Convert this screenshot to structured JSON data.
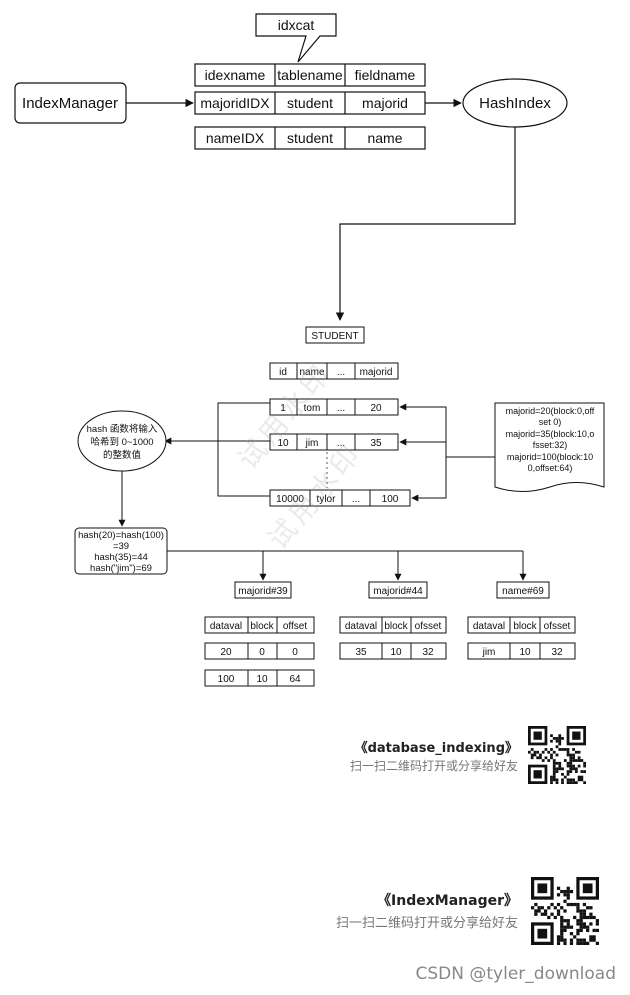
{
  "diagram": {
    "idxcat_label": "idxcat",
    "index_manager": "IndexManager",
    "hash_index": "HashIndex",
    "catalog_headers": [
      "idexname",
      "tablename",
      "fieldname"
    ],
    "catalog_rows": [
      [
        "majoridIDX",
        "student",
        "majorid"
      ],
      [
        "nameIDX",
        "student",
        "name"
      ]
    ],
    "student_label": "STUDENT",
    "student_headers": [
      "id",
      "name",
      "...",
      "majorid"
    ],
    "student_rows": [
      [
        "1",
        "tom",
        "...",
        "20"
      ],
      [
        "10",
        "jim",
        "...",
        "35"
      ],
      [
        "10000",
        "tylor",
        "...",
        "100"
      ]
    ],
    "hash_fn_lines": [
      "hash 函数将输入",
      "哈希到 0~1000",
      "的整数值"
    ],
    "hash_values_lines": [
      "hash(20)=hash(100)",
      "=39",
      "hash(35)=44",
      "hash(\"jim\")=69"
    ],
    "note_lines": [
      "majorid=20(block:0,off",
      "set 0)",
      "majorid=35(block:10,o",
      "fsset:32)",
      "majorid=100(block:10",
      "0,offset:64)"
    ],
    "buckets": [
      {
        "label": "majorid#39",
        "headers": [
          "dataval",
          "block",
          "offset"
        ],
        "rows": [
          [
            "20",
            "0",
            "0"
          ],
          [
            "100",
            "10",
            "64"
          ]
        ]
      },
      {
        "label": "majorid#44",
        "headers": [
          "dataval",
          "block",
          "ofsset"
        ],
        "rows": [
          [
            "35",
            "10",
            "32"
          ]
        ]
      },
      {
        "label": "name#69",
        "headers": [
          "dataval",
          "block",
          "ofsset"
        ],
        "rows": [
          [
            "jim",
            "10",
            "32"
          ]
        ]
      }
    ]
  },
  "footer": {
    "card1_title": "《database_indexing》",
    "card1_sub": "扫一扫二维码打开或分享给好友",
    "card2_title": "《IndexManager》",
    "card2_sub": "扫一扫二维码打开或分享给好友",
    "csdn": "CSDN @tyler_download"
  },
  "watermark": [
    "试用水印",
    "试用水印"
  ]
}
